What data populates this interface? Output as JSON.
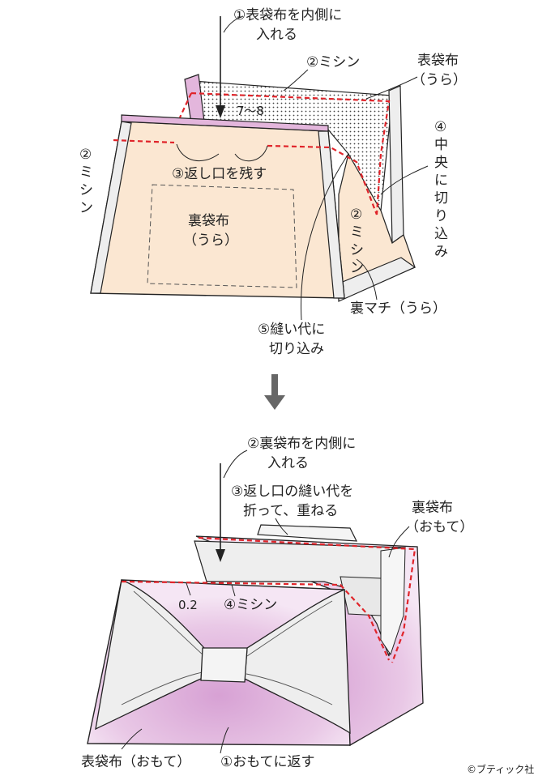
{
  "top": {
    "step1": [
      "①表袋布を内側に",
      "入れる"
    ],
    "step2_top": "②ミシン",
    "outer_fabric": [
      "表袋布",
      "（うら）"
    ],
    "measure": "7〜8",
    "step2_left": [
      "②",
      "ミ",
      "シ",
      "ン"
    ],
    "step3": "③返し口を残す",
    "lining_fabric": [
      "裏袋布",
      "（うら）"
    ],
    "step4": [
      "④",
      "中",
      "央",
      "に",
      "切",
      "り",
      "込",
      "み"
    ],
    "step2_right": [
      "②",
      "ミ",
      "シ",
      "ン"
    ],
    "lining_gusset": "裏マチ（うら）",
    "step5": [
      "⑤縫い代に",
      "切り込み"
    ]
  },
  "bottom": {
    "step2": [
      "②裏袋布を内側に",
      "入れる"
    ],
    "step3": [
      "③返し口の縫い代を",
      "折って、重ねる"
    ],
    "lining_front": [
      "裏袋布",
      "（おもて）"
    ],
    "margin": "0.2",
    "step4": "④ミシン",
    "outer_front": "表袋布（おもて）",
    "step1": "①おもてに返す"
  },
  "copyright": "©ブティック社",
  "colors": {
    "lining_peach": "#fbe7d2",
    "pink": "#d9a9d6",
    "gray_fabric": "#eeeeee",
    "stitch_red": "#e0242a"
  }
}
